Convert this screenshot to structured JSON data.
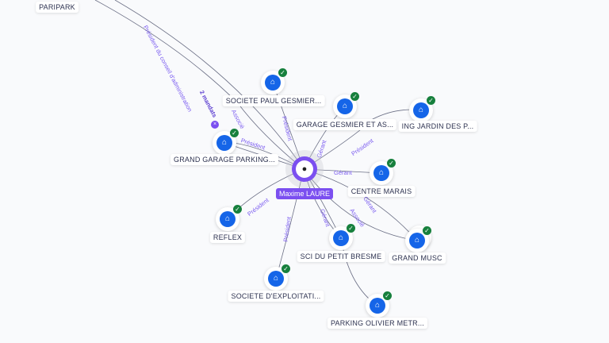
{
  "person": {
    "name": "Maxime LAURE",
    "icon": "person-icon"
  },
  "companies": [
    {
      "name": "PARIPARK"
    },
    {
      "name": "SOCIETE PAUL GESMIER..."
    },
    {
      "name": "GARAGE GESMIER ET AS..."
    },
    {
      "name": "ING JARDIN DES P..."
    },
    {
      "name": "GRAND GARAGE PARKING..."
    },
    {
      "name": "CENTRE MARAIS"
    },
    {
      "name": "REFLEX"
    },
    {
      "name": "SCI DU PETIT BRESME"
    },
    {
      "name": "GRAND MUSC"
    },
    {
      "name": "SOCIETE D'EXPLOITATI..."
    },
    {
      "name": "PARKING OLIVIER METR..."
    }
  ],
  "edges": {
    "pca": "Président du conseil d'administration",
    "mandats": "2 mandats",
    "associe": "Associé",
    "president": "Président",
    "gerant": "Gérant",
    "gerant_associe_1": "Gérant",
    "gerant_associe_2": "Associé"
  },
  "colors": {
    "accent": "#7b4ff0",
    "company": "#1565e8",
    "verified": "#17803d"
  }
}
